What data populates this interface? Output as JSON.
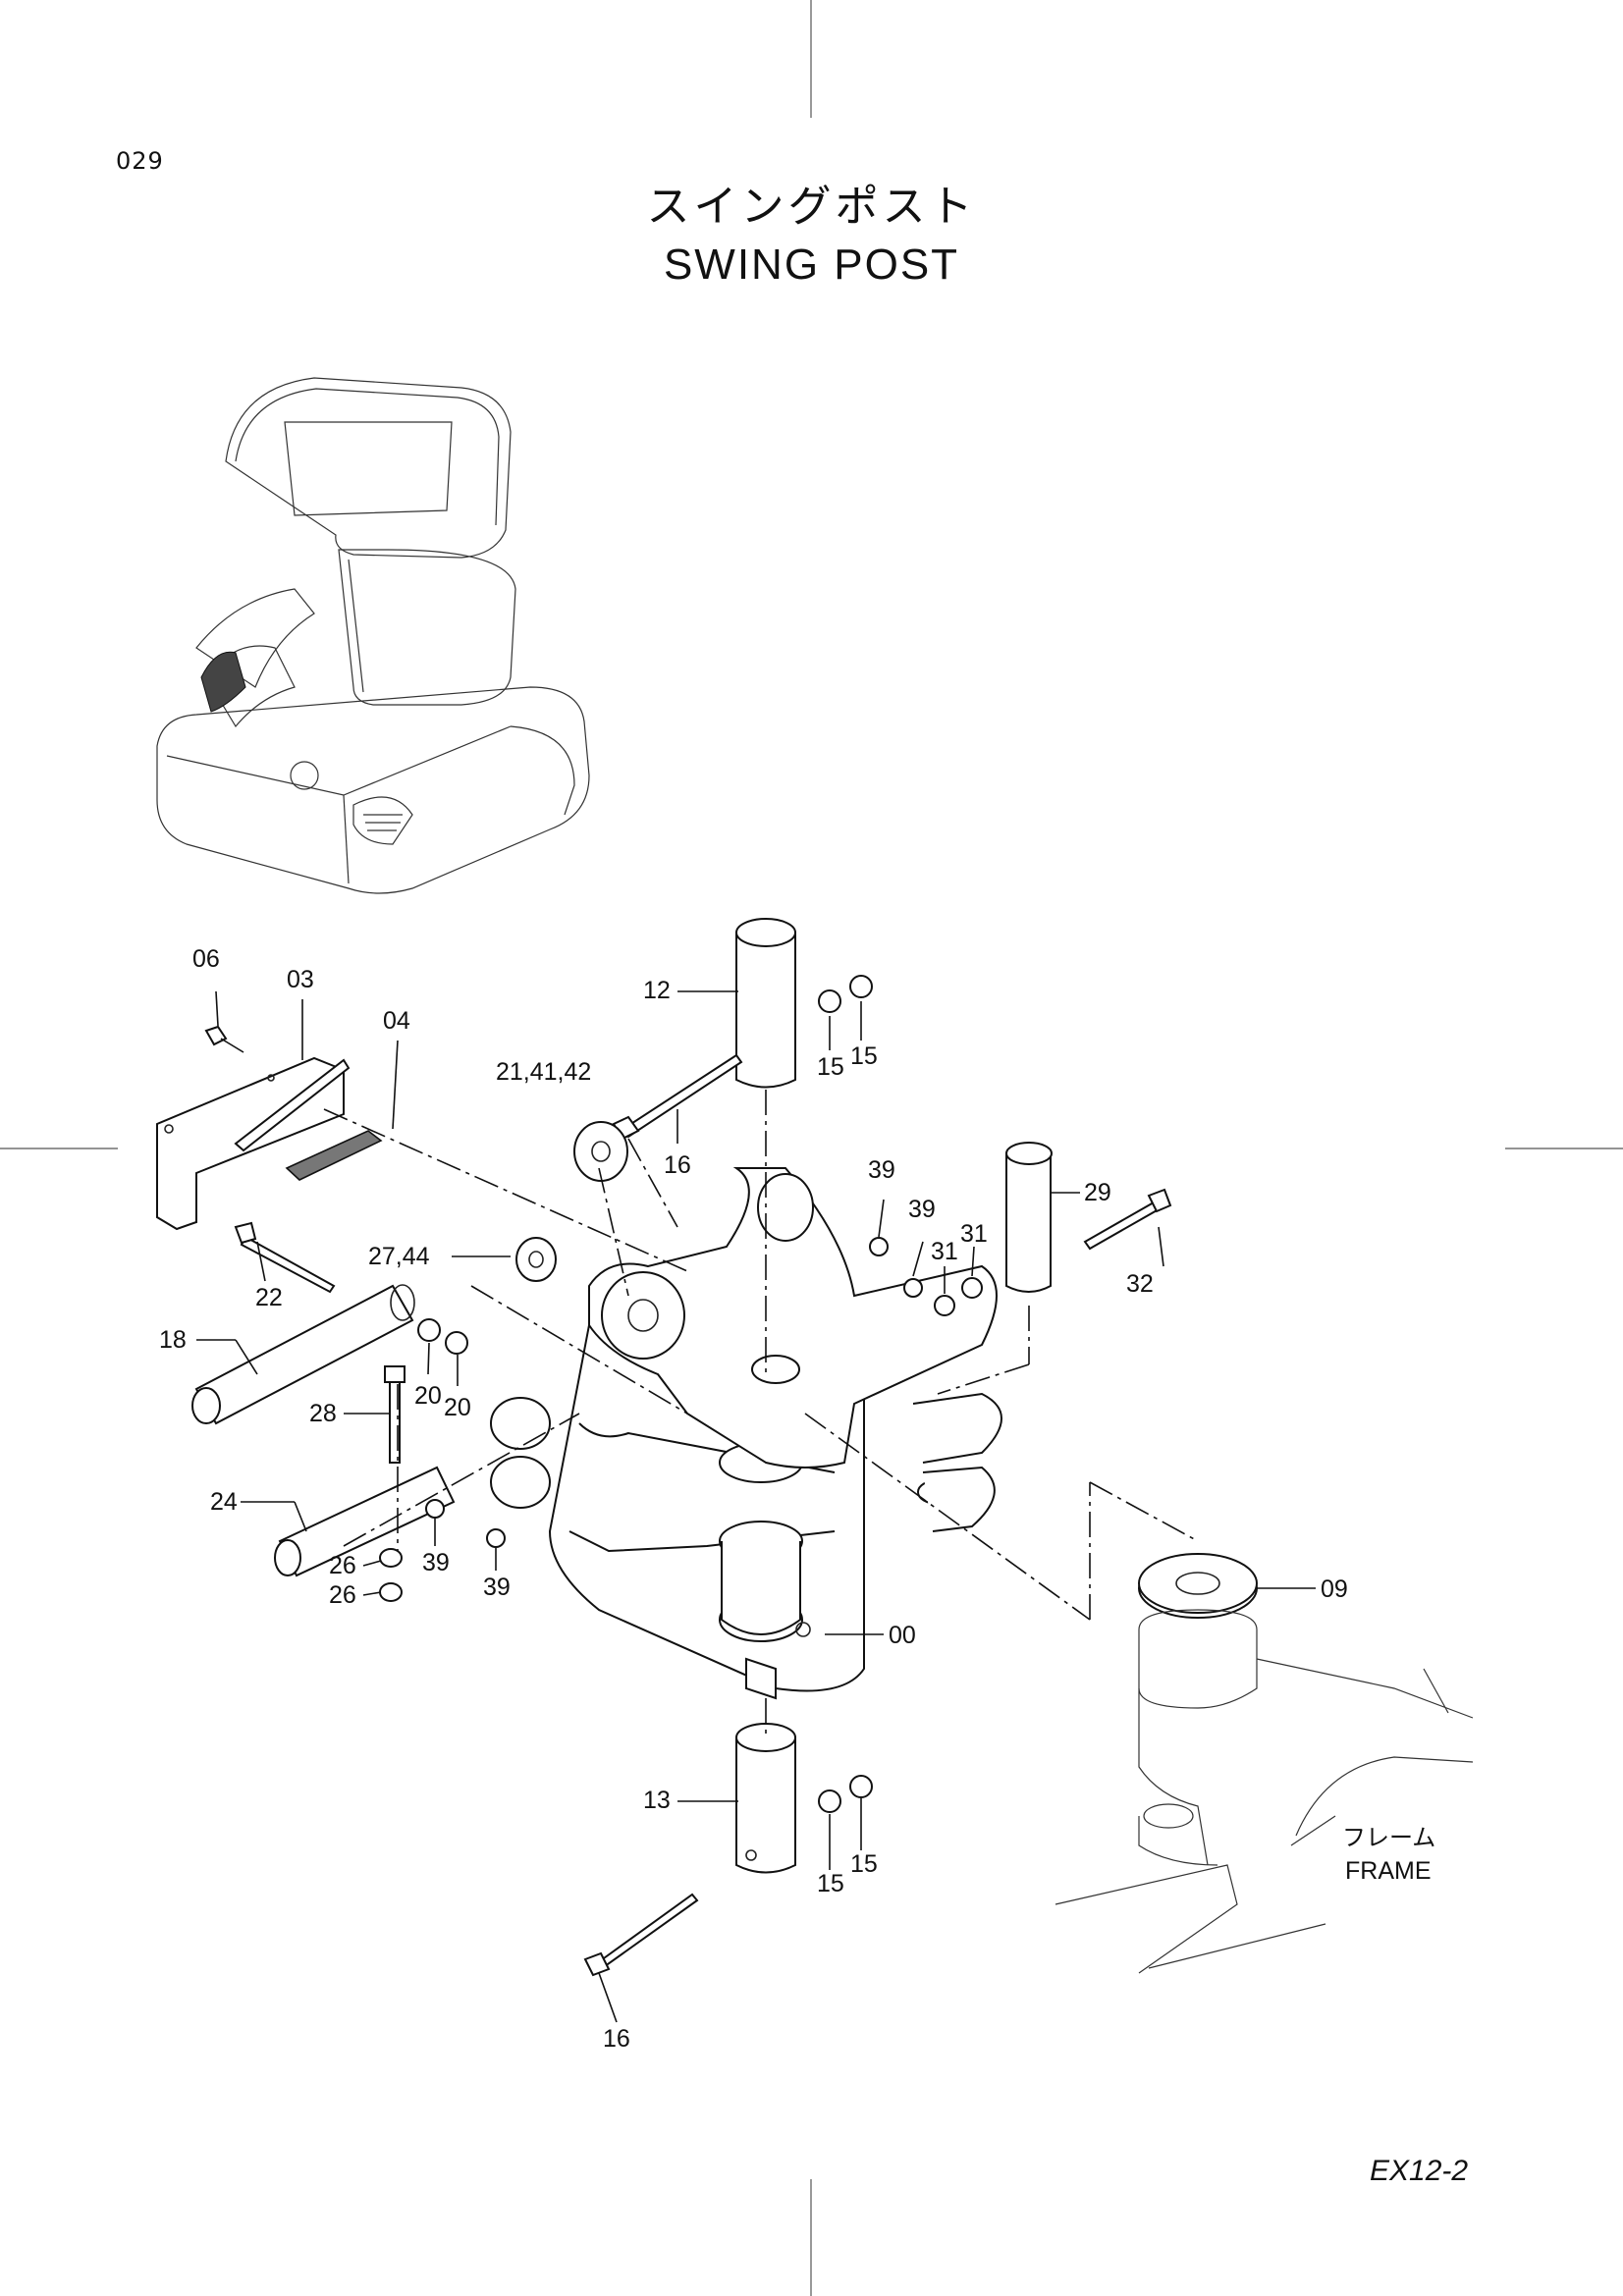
{
  "page": {
    "page_number": "029",
    "title_ja": "スイングポスト",
    "title_en": "SWING POST",
    "model": "EX12-2"
  },
  "frame_label": {
    "ja": "フレーム",
    "en": "FRAME"
  },
  "parts": [
    {
      "id": "p06",
      "text": "06"
    },
    {
      "id": "p03",
      "text": "03"
    },
    {
      "id": "p04",
      "text": "04"
    },
    {
      "id": "p12",
      "text": "12"
    },
    {
      "id": "p15a",
      "text": "15"
    },
    {
      "id": "p15b",
      "text": "15"
    },
    {
      "id": "p21",
      "text": "21,41,42"
    },
    {
      "id": "p16a",
      "text": "16"
    },
    {
      "id": "p39a",
      "text": "39"
    },
    {
      "id": "p39b",
      "text": "39"
    },
    {
      "id": "p31a",
      "text": "31"
    },
    {
      "id": "p31b",
      "text": "31"
    },
    {
      "id": "p29",
      "text": "29"
    },
    {
      "id": "p32",
      "text": "32"
    },
    {
      "id": "p22",
      "text": "22"
    },
    {
      "id": "p27",
      "text": "27,44"
    },
    {
      "id": "p18",
      "text": "18"
    },
    {
      "id": "p20a",
      "text": "20"
    },
    {
      "id": "p20b",
      "text": "20"
    },
    {
      "id": "p28",
      "text": "28"
    },
    {
      "id": "p24",
      "text": "24"
    },
    {
      "id": "p26a",
      "text": "26"
    },
    {
      "id": "p26b",
      "text": "26"
    },
    {
      "id": "p39c",
      "text": "39"
    },
    {
      "id": "p39d",
      "text": "39"
    },
    {
      "id": "p09",
      "text": "09"
    },
    {
      "id": "p00",
      "text": "00"
    },
    {
      "id": "p13",
      "text": "13"
    },
    {
      "id": "p15c",
      "text": "15"
    },
    {
      "id": "p15d",
      "text": "15"
    },
    {
      "id": "p16b",
      "text": "16"
    }
  ]
}
